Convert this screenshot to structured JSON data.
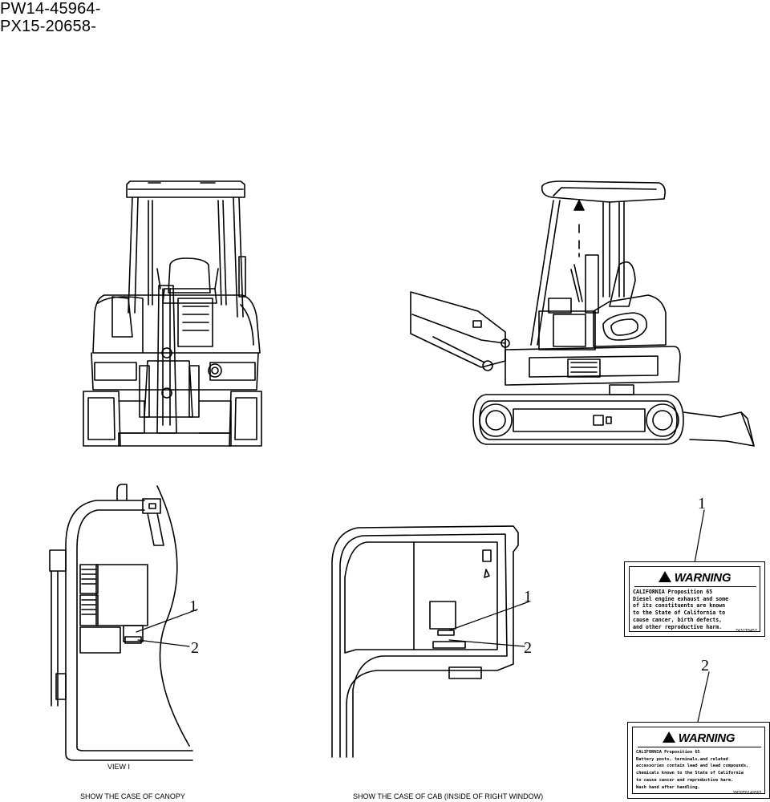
{
  "header": {
    "serial_1": "PW14-45964-",
    "serial_2": "PX15-20658-"
  },
  "callouts": {
    "canopy_1": "1",
    "canopy_2": "2",
    "cab_1": "1",
    "cab_2": "2",
    "label_1": "1",
    "label_2": "2"
  },
  "captions": {
    "view": "VIEW I",
    "canopy": "SHOW THE CASE OF CANOPY",
    "cab": "SHOW THE CASE OF CAB (INSIDE OF RIGHT WINDOW)"
  },
  "labels": [
    {
      "title": "WARNING",
      "lines": [
        "CALIFORNIA Proposition 65",
        "Diesel engine exhaust and some",
        "of its constituents are known",
        "to the State of California to",
        "cause cancer, birth defects,",
        "and other reproductive harm."
      ],
      "code": "ZA32T8457"
    },
    {
      "title": "WARNING",
      "lines": [
        "CALIFORNIA Proposition 65",
        "Battery posts, terminals,and related",
        "accessories contain lead and lead compounds,",
        "chemicals known to the State of California",
        "to cause cancer and reproductive harm.",
        "Wash hand after handling."
      ],
      "code": "YN20T01495P1"
    }
  ]
}
